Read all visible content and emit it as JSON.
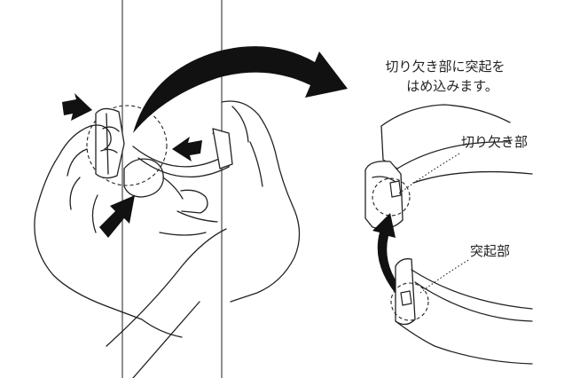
{
  "captions": {
    "instruction_line1": "切り欠き部に突起を",
    "instruction_line2": "はめ込みます。",
    "notch_label": "切り欠き部",
    "protrusion_label": "突起部"
  },
  "colors": {
    "line": "#222222",
    "fill_dark": "#111111",
    "background": "#ffffff"
  },
  "icons": [
    "press-arrow-icon",
    "curved-arrow-icon",
    "fitting-arrow-icon"
  ]
}
